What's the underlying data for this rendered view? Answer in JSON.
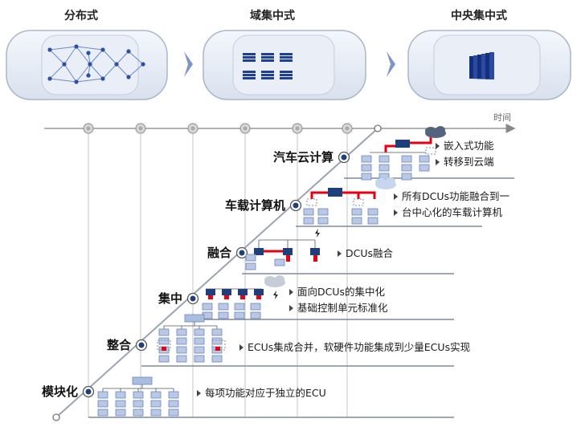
{
  "architectures": [
    {
      "label": "分布式"
    },
    {
      "label": "域集中式"
    },
    {
      "label": "中央集中式"
    }
  ],
  "timeline": {
    "label": "时间"
  },
  "stages": [
    {
      "label": "汽车云计算",
      "desc": [
        "嵌入式功能",
        "转移到云端"
      ]
    },
    {
      "label": "车载计算机",
      "desc": [
        "所有DCUs功能融合到一",
        "台中心化的车载计算机"
      ]
    },
    {
      "label": "融合",
      "desc": [
        "DCUs融合"
      ]
    },
    {
      "label": "集中",
      "desc": [
        "面向DCUs的集中化",
        "基础控制单元标准化"
      ]
    },
    {
      "label": "整合",
      "desc": [
        "ECUs集成合并，软硬件功能集成到少量ECUs实现"
      ]
    },
    {
      "label": "模块化",
      "desc": [
        "每项功能对应于独立的ECU"
      ]
    }
  ],
  "colors": {
    "accent": "#1f3f7a",
    "highlight": "#e60012",
    "module": "#b8c8e6",
    "line": "#9aa4b2"
  }
}
